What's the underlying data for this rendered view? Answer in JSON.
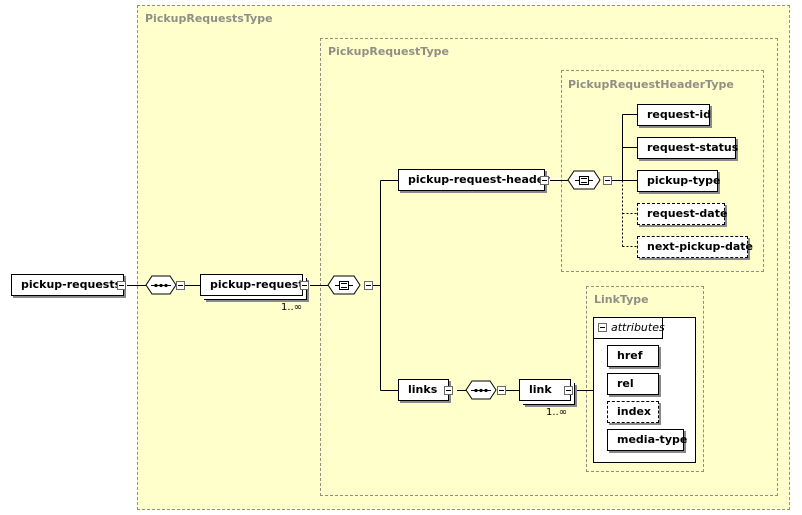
{
  "regions": {
    "pickup_requests_type": "PickupRequestsType",
    "pickup_request_type": "PickupRequestType",
    "pickup_request_header_type": "PickupRequestHeaderType",
    "link_type": "LinkType"
  },
  "elements": {
    "pickup_requests": "pickup-requests",
    "pickup_request": "pickup-request",
    "pickup_request_multiplicity": "1..∞",
    "pickup_request_header": "pickup-request-header",
    "links": "links",
    "link": "link",
    "link_multiplicity": "1..∞"
  },
  "header_fields": [
    "request-id",
    "request-status",
    "pickup-type",
    "request-date",
    "next-pickup-date"
  ],
  "attributes": {
    "label": "attributes",
    "items": [
      "href",
      "rel",
      "index",
      "media-type"
    ]
  },
  "colors": {
    "region_fill": "#ffffcc",
    "region_border": "#8f8f86",
    "shadow": "#8a8a8a"
  }
}
